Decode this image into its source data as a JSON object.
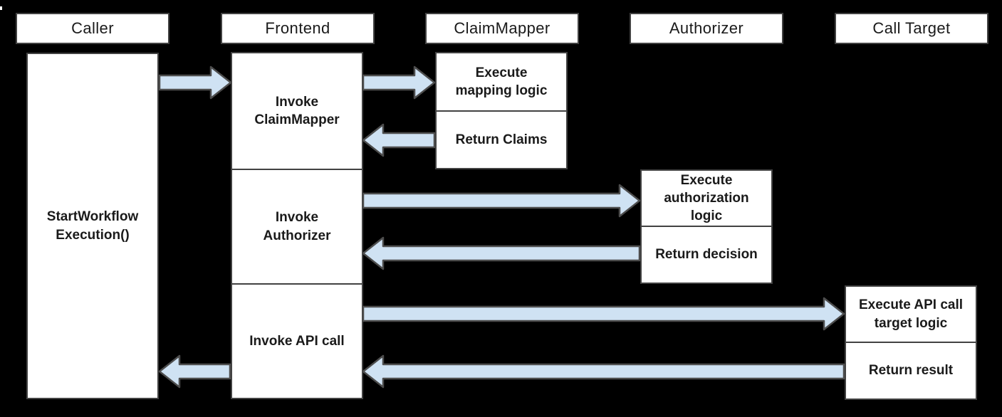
{
  "diagram": {
    "type": "sequence-diagram",
    "lifelines": [
      {
        "id": "caller",
        "label": "Caller"
      },
      {
        "id": "frontend",
        "label": "Frontend"
      },
      {
        "id": "claimmapper",
        "label": "ClaimMapper"
      },
      {
        "id": "authorizer",
        "label": "Authorizer"
      },
      {
        "id": "calltarget",
        "label": "Call Target"
      }
    ],
    "steps": {
      "caller_start": "StartWorkflow\nExecution()",
      "frontend_invoke_claimmapper": "Invoke\nClaimMapper",
      "frontend_invoke_authorizer": "Invoke\nAuthorizer",
      "frontend_invoke_api_call": "Invoke API call",
      "claimmapper_execute_mapping": "Execute\nmapping logic",
      "claimmapper_return_claims": "Return Claims",
      "authorizer_execute_authorization": "Execute\nauthorization\nlogic",
      "authorizer_return_decision": "Return decision",
      "calltarget_execute_api": "Execute API call\ntarget logic",
      "calltarget_return_result": "Return result"
    },
    "arrows": [
      {
        "id": "caller-to-frontend",
        "from": "caller",
        "to": "frontend",
        "direction": "right"
      },
      {
        "id": "frontend-to-claimmapper",
        "from": "frontend",
        "to": "claimmapper",
        "direction": "right"
      },
      {
        "id": "claimmapper-return-to-frontend",
        "from": "claimmapper",
        "to": "frontend",
        "direction": "left"
      },
      {
        "id": "frontend-to-authorizer",
        "from": "frontend",
        "to": "authorizer",
        "direction": "right"
      },
      {
        "id": "authorizer-return-to-frontend",
        "from": "authorizer",
        "to": "frontend",
        "direction": "left"
      },
      {
        "id": "frontend-to-calltarget",
        "from": "frontend",
        "to": "calltarget",
        "direction": "right"
      },
      {
        "id": "calltarget-return-to-frontend",
        "from": "calltarget",
        "to": "frontend",
        "direction": "left"
      },
      {
        "id": "frontend-return-to-caller",
        "from": "frontend",
        "to": "caller",
        "direction": "left"
      }
    ],
    "colors": {
      "background": "#000000",
      "box-fill": "#ffffff",
      "box-border": "#424242",
      "arrow-fill": "#cfe2f3",
      "arrow-border": "#4d4d4d",
      "text": "#1a1a1a"
    }
  }
}
